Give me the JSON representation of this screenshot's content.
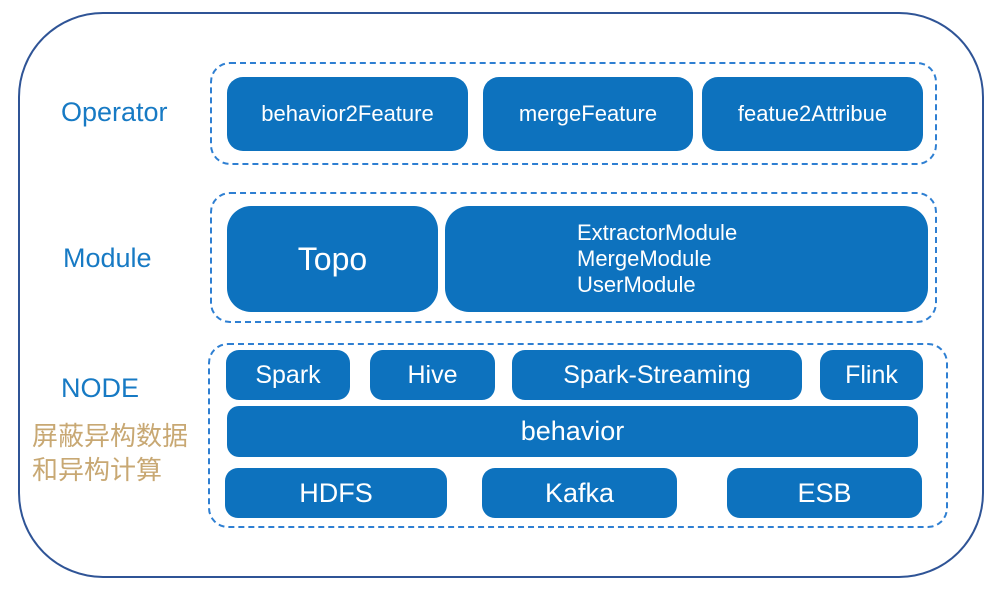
{
  "colors": {
    "box_blue": "#0D72BE",
    "dashed_border_blue": "#2E7FD2",
    "outer_border_navy": "#2F5496",
    "row_label_blue": "#177AC4",
    "annotation_tan": "#C8A873",
    "box_text": "#FFFFFF"
  },
  "rows": {
    "operator": {
      "label": "Operator",
      "boxes": [
        "behavior2Feature",
        "mergeFeature",
        "featue2Attribue"
      ]
    },
    "module": {
      "label": "Module",
      "topo": "Topo",
      "module_list": {
        "line1": "ExtractorModule",
        "line2": "MergeModule",
        "line3": "UserModule"
      }
    },
    "node": {
      "label": "NODE",
      "annotation": {
        "line1": "屏蔽异构数据",
        "line2": "和异构计算"
      },
      "compute_boxes": [
        "Spark",
        "Hive",
        "Spark-Streaming",
        "Flink"
      ],
      "behavior_box": "behavior",
      "storage_boxes": [
        "HDFS",
        "Kafka",
        "ESB"
      ]
    }
  }
}
